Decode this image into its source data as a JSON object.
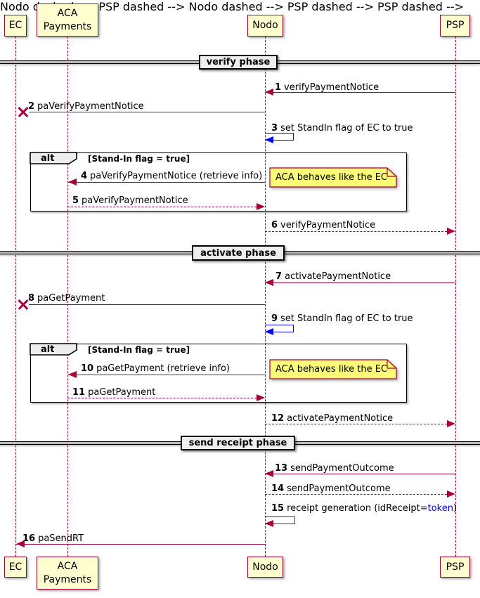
{
  "participants": [
    {
      "id": "ec",
      "label": "EC"
    },
    {
      "id": "aca",
      "label": "ACA\nPayments"
    },
    {
      "id": "nodo",
      "label": "Nodo"
    },
    {
      "id": "psp",
      "label": "PSP"
    }
  ],
  "dividers": [
    {
      "label": "verify phase"
    },
    {
      "label": "activate phase"
    },
    {
      "label": "send receipt phase"
    }
  ],
  "frames": [
    {
      "keyword": "alt",
      "condition": "[Stand-In flag = true]"
    },
    {
      "keyword": "alt",
      "condition": "[Stand-In flag = true]"
    }
  ],
  "notes": [
    {
      "text": "ACA behaves like the EC"
    },
    {
      "text": "ACA behaves like the EC"
    }
  ],
  "messages": {
    "m1": {
      "num": "1",
      "text": "verifyPaymentNotice"
    },
    "m2": {
      "num": "2",
      "text": "paVerifyPaymentNotice"
    },
    "m3": {
      "num": "3",
      "text": "set StandIn flag of EC to true"
    },
    "m4": {
      "num": "4",
      "text": "paVerifyPaymentNotice (retrieve info)"
    },
    "m5": {
      "num": "5",
      "text": "paVerifyPaymentNotice"
    },
    "m6": {
      "num": "6",
      "text": "verifyPaymentNotice"
    },
    "m7": {
      "num": "7",
      "text": "activatePaymentNotice"
    },
    "m8": {
      "num": "8",
      "text": "paGetPayment"
    },
    "m9": {
      "num": "9",
      "text": "set StandIn flag of EC to true"
    },
    "m10": {
      "num": "10",
      "text": "paGetPayment (retrieve info)"
    },
    "m11": {
      "num": "11",
      "text": "paGetPayment"
    },
    "m12": {
      "num": "12",
      "text": "activatePaymentNotice"
    },
    "m13": {
      "num": "13",
      "text": "sendPaymentOutcome"
    },
    "m14": {
      "num": "14",
      "text": "sendPaymentOutcome"
    },
    "m15": {
      "num": "15",
      "pre": "receipt generation (idReceipt=",
      "link": "token",
      "post": ")"
    },
    "m16": {
      "num": "16",
      "text": "paSendRT"
    }
  },
  "colors": {
    "arrow": "#A80036",
    "standin_blue": "#0000FF",
    "participant_fill": "#FEFECE",
    "participant_border": "#A80036",
    "note_fill": "#FBFB77",
    "frame_label_bg": "#EEEEEE",
    "divider_bg": "#EEEEEE",
    "link": "#0000FF"
  }
}
